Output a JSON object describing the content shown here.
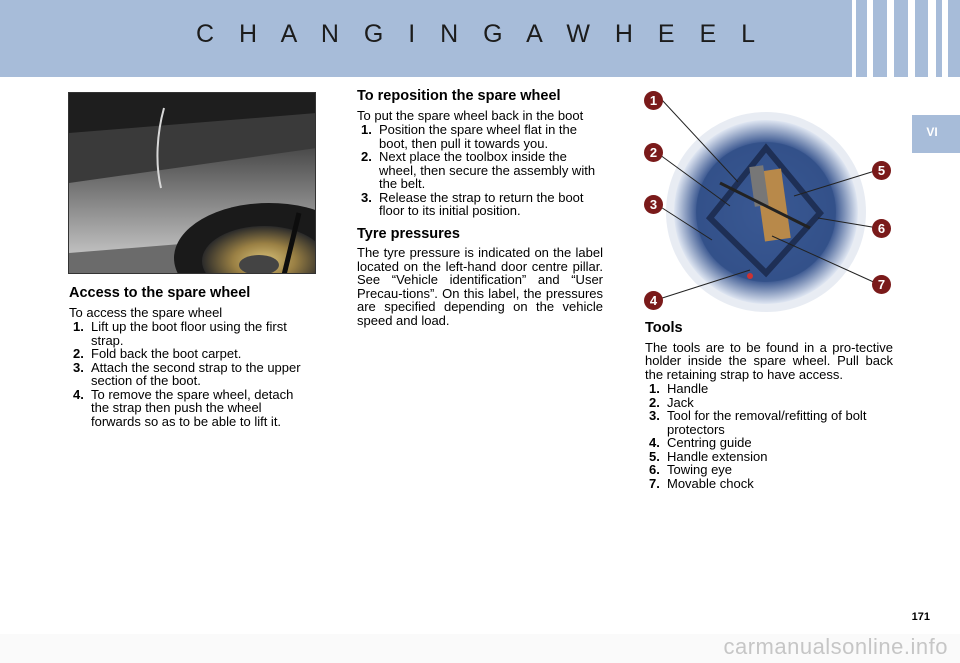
{
  "header": {
    "title": "C H A N G I N G   A   W H E E L"
  },
  "side_tab": {
    "label": "VI"
  },
  "access": {
    "heading": "Access to the spare wheel",
    "intro": "To access the spare wheel",
    "steps": [
      {
        "num": "1.",
        "text": "Lift up the boot floor using the first strap."
      },
      {
        "num": "2.",
        "text": "Fold back the boot carpet."
      },
      {
        "num": "3.",
        "text": "Attach the second strap to the upper section of the boot."
      },
      {
        "num": "4.",
        "text": "To remove the spare wheel, detach the strap then push the wheel forwards so as to be able to lift it."
      }
    ]
  },
  "reposition": {
    "heading": "To reposition the spare wheel",
    "intro": "To put the spare wheel back in the boot",
    "steps": [
      {
        "num": "1.",
        "text": "Position the spare wheel flat in the boot, then pull it towards you."
      },
      {
        "num": "2.",
        "text": "Next place the toolbox inside the wheel, then secure the assembly with the belt."
      },
      {
        "num": "3.",
        "text": "Release the strap to return the boot floor to its initial position."
      }
    ]
  },
  "tyre": {
    "heading": "Tyre pressures",
    "body": "The tyre pressure is indicated on the label located on the left-hand door centre pillar. See “Vehicle identification” and “User Precau-tions”. On this label, the pressures are specified depending on the vehicle speed and load."
  },
  "tools": {
    "heading": "Tools",
    "body": "The tools are to be found in a pro-tective holder inside the spare wheel. Pull back the retaining strap to have access.",
    "items": [
      {
        "num": "1.",
        "text": "Handle"
      },
      {
        "num": "2.",
        "text": "Jack"
      },
      {
        "num": "3.",
        "text": "Tool for the removal/refitting of bolt protectors"
      },
      {
        "num": "4.",
        "text": "Centring guide"
      },
      {
        "num": "5.",
        "text": "Handle extension"
      },
      {
        "num": "6.",
        "text": "Towing eye"
      },
      {
        "num": "7.",
        "text": "Movable chock"
      }
    ]
  },
  "callouts": [
    "1",
    "2",
    "3",
    "4",
    "5",
    "6",
    "7"
  ],
  "page_number": "171",
  "watermark": "carmanualsonline.info",
  "colors": {
    "header": "#a7bcd9",
    "callout": "#7a1a1a"
  }
}
